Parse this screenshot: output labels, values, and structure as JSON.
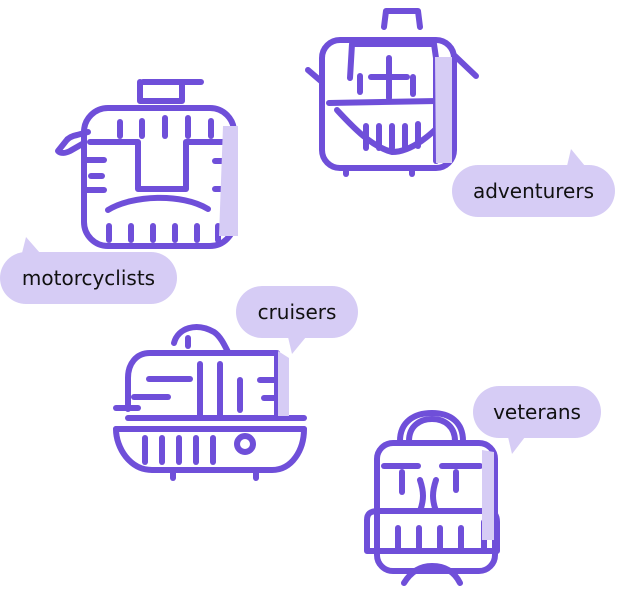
{
  "labels": {
    "adventurers": "adventurers",
    "motorcyclists": "motorcyclists",
    "cruisers": "cruisers",
    "veterans": "veterans"
  },
  "icons": {
    "adventurers": "smiling-suitcase-icon",
    "motorcyclists": "motorcycle-case-icon",
    "cruisers": "camper-van-icon",
    "veterans": "vintage-suitcase-icon"
  },
  "colors": {
    "stroke": "#6f4fd9",
    "fill": "#d6ccf5",
    "text": "#111111"
  }
}
